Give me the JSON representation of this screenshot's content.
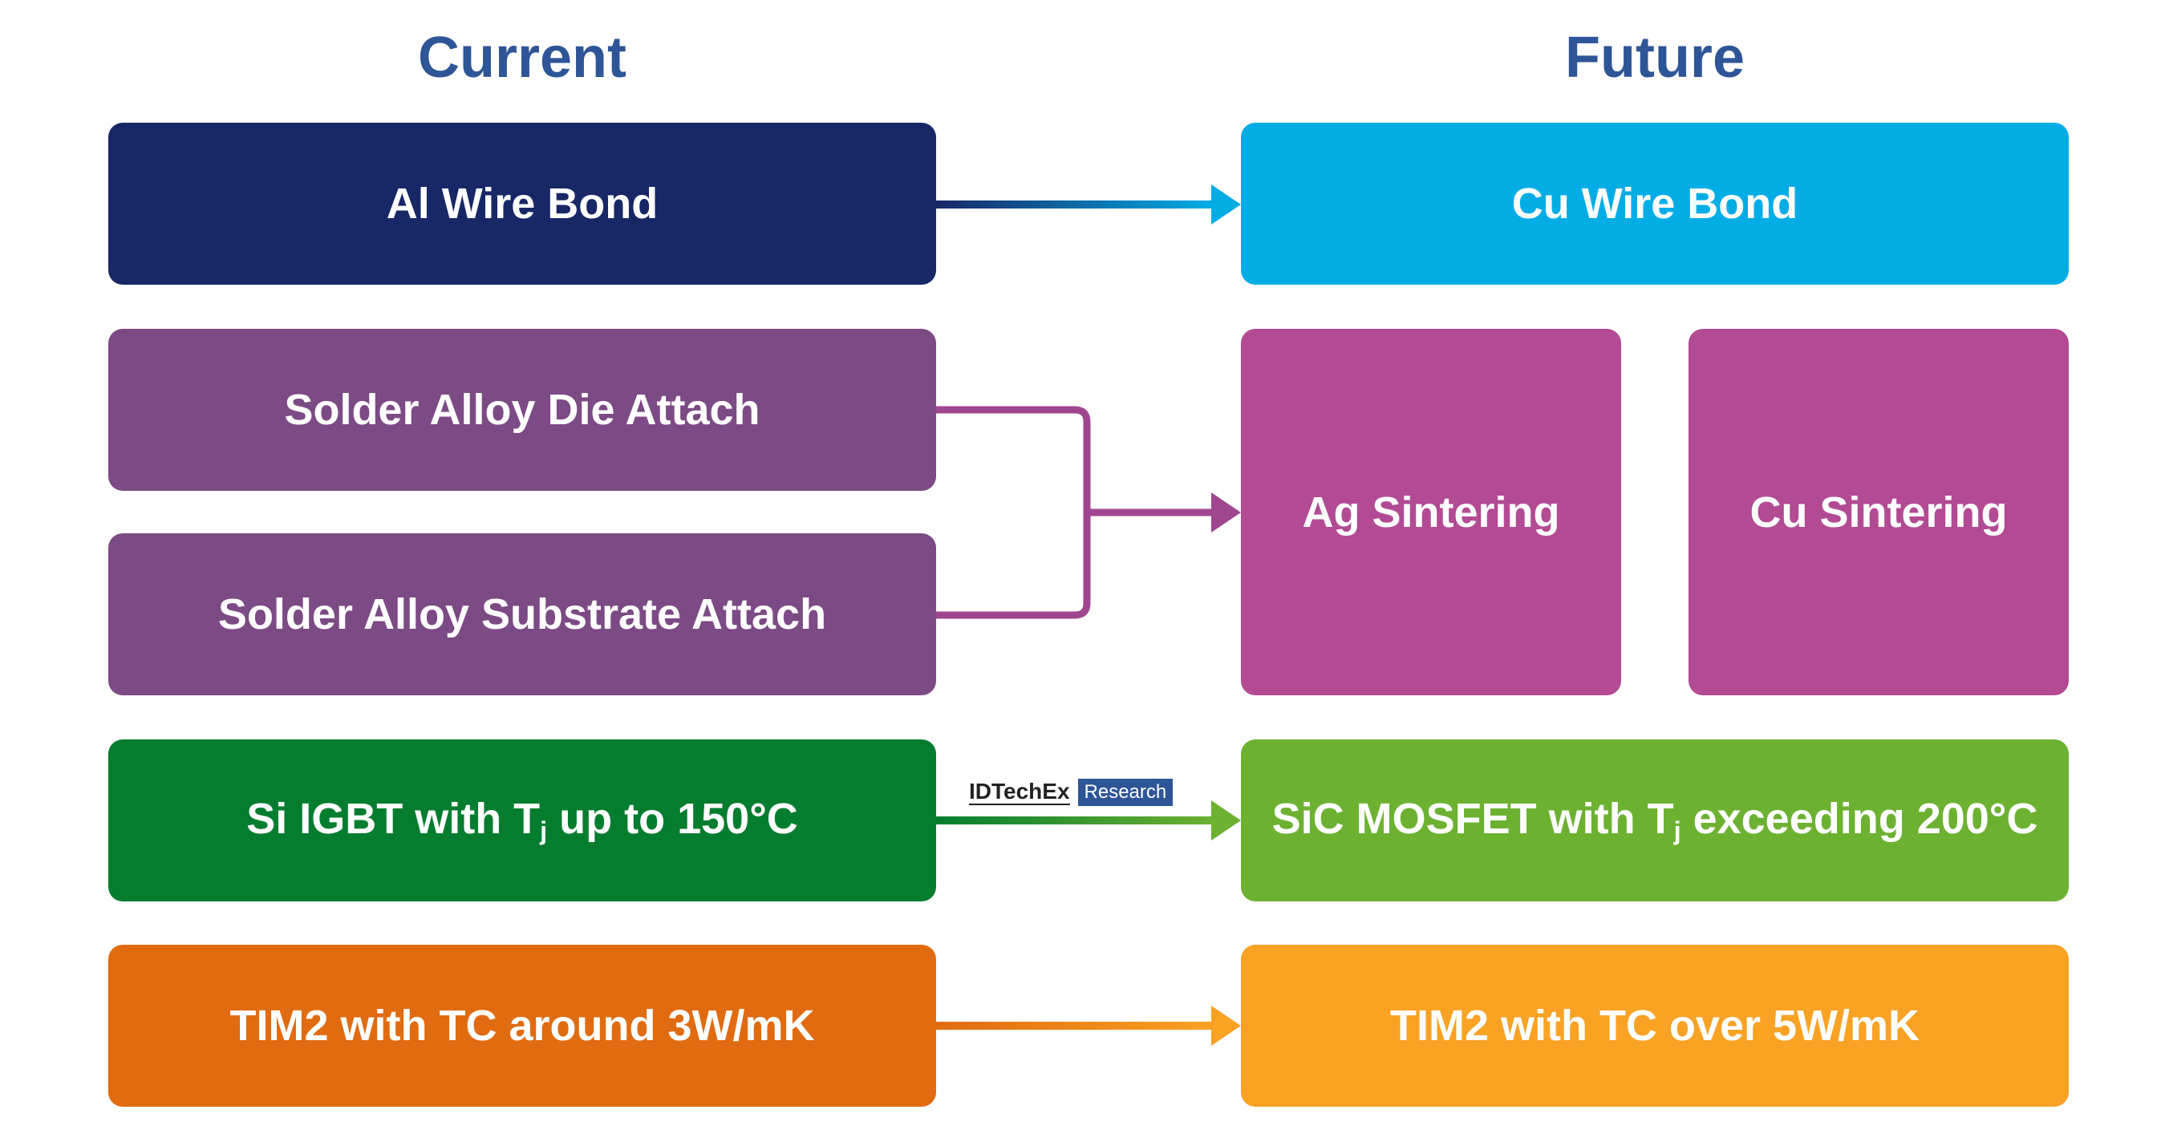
{
  "headings": {
    "current": "Current",
    "future": "Future"
  },
  "current": {
    "al_wire_bond": "Al Wire Bond",
    "solder_die_attach": "Solder Alloy Die Attach",
    "solder_substrate_attach": "Solder Alloy Substrate Attach",
    "si_igbt": {
      "prefix": "Si IGBT with T",
      "subscript": "j",
      "suffix": " up to 150°C"
    },
    "tim2_current": "TIM2 with TC around 3W/mK"
  },
  "future": {
    "cu_wire_bond": "Cu Wire Bond",
    "ag_sintering": "Ag Sintering",
    "cu_sintering": "Cu Sintering",
    "sic_mosfet": {
      "prefix": "SiC MOSFET with T",
      "subscript": "j",
      "suffix": " exceeding 200°C"
    },
    "tim2_future": "TIM2 with TC over 5W/mK"
  },
  "logo": {
    "name": "IDTechEx",
    "tag": "Research"
  },
  "colors": {
    "heading": "#2E5597",
    "al_wire_bond": "#182766",
    "cu_wire_bond": "#02ADE6",
    "solder": "#7C4A84",
    "sintering": "#B24A94",
    "si_igbt": "#047D2F",
    "sic_mosfet": "#6DB131",
    "tim2_current": "#E16B10",
    "tim2_future": "#F9A224"
  }
}
